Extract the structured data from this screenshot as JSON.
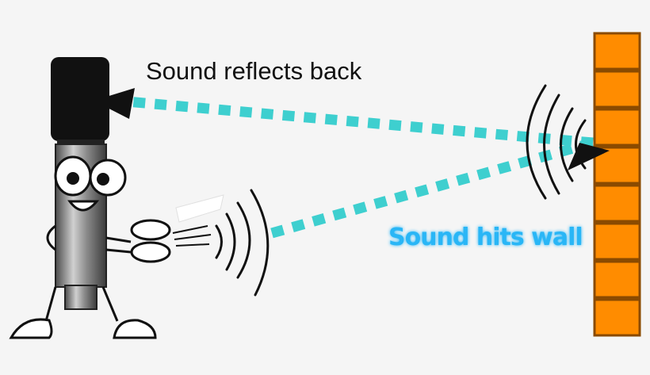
{
  "caption": "Sound reflects back",
  "wave_caption": "Sound hits wall",
  "colors": {
    "background": "#f5f5f5",
    "wave_path": "#3ecfcf",
    "brick": "#ff8c00",
    "brick_outline": "#8a4a00",
    "mic_head": "#111111",
    "mic_body": "#9a9a9a",
    "wave_caption": "#29b6f6"
  },
  "icons": [
    "microphone-character",
    "clap-hands-icon",
    "sound-waves-icon",
    "brick-wall",
    "arrow-head-icon"
  ]
}
